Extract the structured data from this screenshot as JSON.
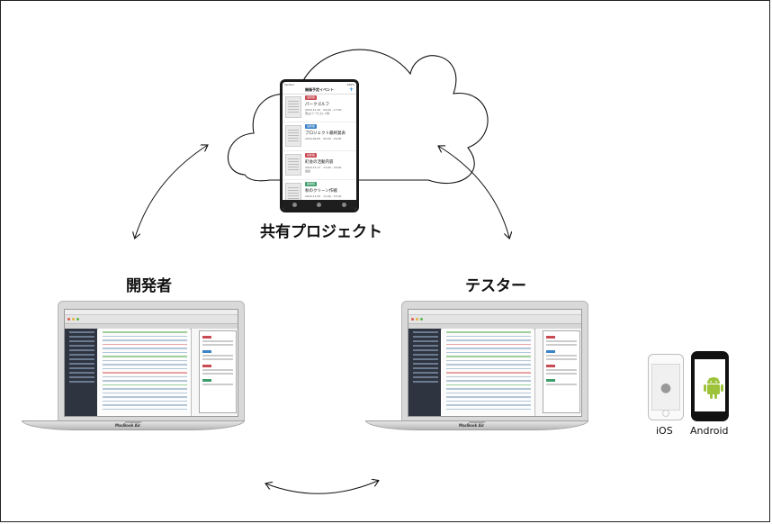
{
  "labels": {
    "shared_project": "共有プロジェクト",
    "developer": "開発者",
    "tester": "テスター",
    "ios": "iOS",
    "android": "Android"
  },
  "cloud_phone": {
    "status_left": "Verizon",
    "status_right": "100%",
    "nav_title": "開催予定イベント",
    "add_icon": "plus-icon",
    "events": [
      {
        "badge": "最新版",
        "badge_color": "#c94a52",
        "title": "パークゴルフ",
        "date": "2016.11.20　09:00 - 17:00",
        "place": "東山パークゴルフ場"
      },
      {
        "badge": "最新版",
        "badge_color": "#3b83c7",
        "title": "プロジェクト最終発表",
        "date": "2016.09.05　09:00 - 20:00",
        "place": ""
      },
      {
        "badge": "最新版",
        "badge_color": "#c94a52",
        "title": "町会の活動内容",
        "date": "2016.12.17　11:00 - 20:00",
        "place": "会館"
      },
      {
        "badge": "開催版",
        "badge_color": "#3e9e6c",
        "title": "秋のクリーン作戦",
        "date": "2016.11.05　11:00 - 15:30",
        "place": ""
      }
    ]
  },
  "laptops": {
    "brand": "MacBook Air"
  },
  "colors": {
    "accent_blue": "#2a8fd0",
    "android_green": "#9dc33b"
  }
}
